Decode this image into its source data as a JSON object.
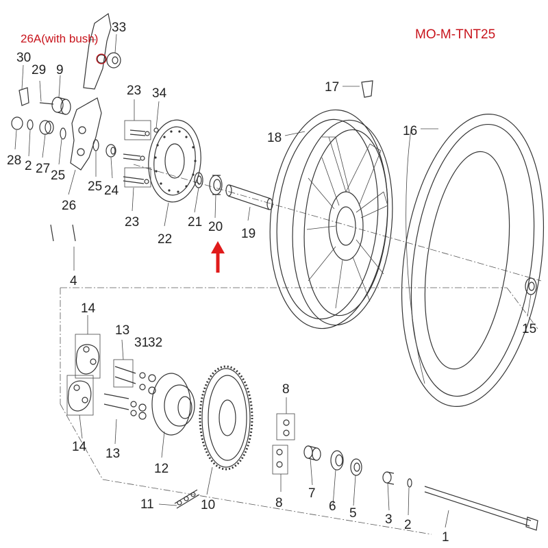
{
  "model_code": "MO-M-TNT25",
  "labels": {
    "p1": "1",
    "p2a": "2",
    "p2b": "2",
    "p3": "3",
    "p4": "4",
    "p5": "5",
    "p6": "6",
    "p7": "7",
    "p8a": "8",
    "p8b": "8",
    "p9": "9",
    "p10": "10",
    "p11": "11",
    "p12": "12",
    "p13a": "13",
    "p13b": "13",
    "p14a": "14",
    "p14b": "14",
    "p15": "15",
    "p16": "16",
    "p17": "17",
    "p18": "18",
    "p19": "19",
    "p20": "20",
    "p21": "21",
    "p22": "22",
    "p23a": "23",
    "p23b": "23",
    "p24": "24",
    "p25a": "25",
    "p25b": "25",
    "p26": "26",
    "p26a": "26A(with bush)",
    "p27": "27",
    "p28": "28",
    "p29": "29",
    "p30": "30",
    "p31": "31",
    "p32": "32",
    "p33": "33",
    "p34": "34"
  },
  "colors": {
    "accent": "#c8141c",
    "line": "#333333",
    "highlight_arrow": "#e01b1b"
  },
  "icons": {
    "highlight": "red-arrow-up-icon"
  }
}
